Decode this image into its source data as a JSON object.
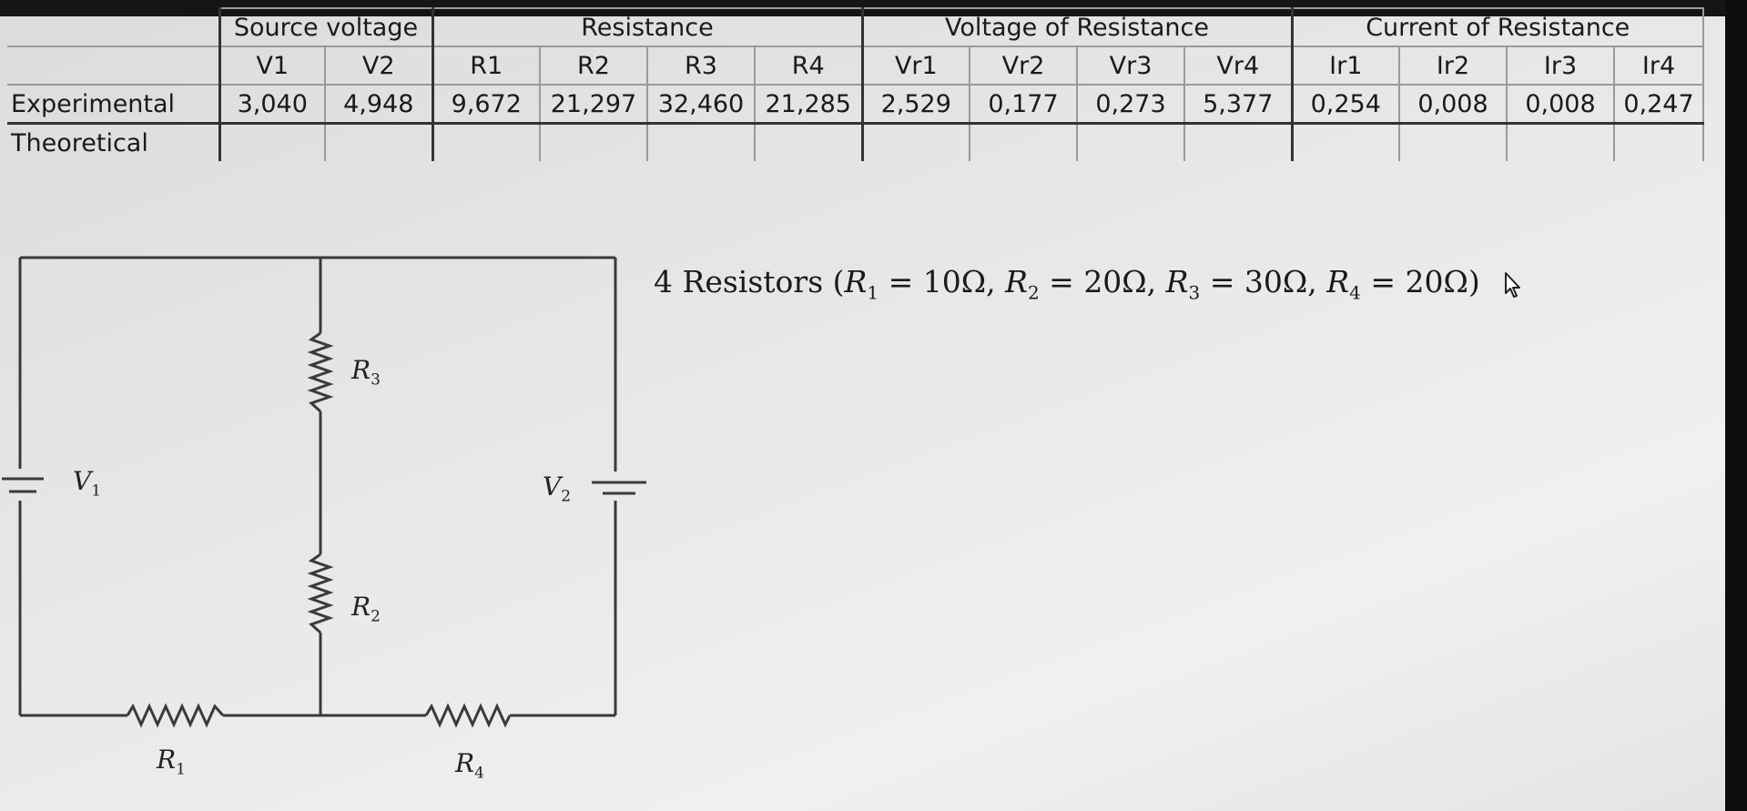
{
  "table": {
    "group_headers": [
      "Source voltage",
      "Resistance",
      "Voltage of Resistance",
      "Current of Resistance"
    ],
    "columns": [
      "V1",
      "V2",
      "R1",
      "R2",
      "R3",
      "R4",
      "Vr1",
      "Vr2",
      "Vr3",
      "Vr4",
      "Ir1",
      "Ir2",
      "Ir3",
      "Ir4"
    ],
    "rows": [
      {
        "label": "Experimental",
        "values": [
          "3,040",
          "4,948",
          "9,672",
          "21,297",
          "32,460",
          "21,285",
          "2,529",
          "0,177",
          "0,273",
          "5,377",
          "0,254",
          "0,008",
          "0,008",
          "0,247"
        ]
      },
      {
        "label": "Theoretical",
        "values": [
          "",
          "",
          "",
          "",
          "",
          "",
          "",
          "",
          "",
          "",
          "",
          "",
          "",
          ""
        ]
      }
    ]
  },
  "formula": {
    "text": "4 Resistors (",
    "items": [
      {
        "sym": "R",
        "sub": "1",
        "val": "10Ω"
      },
      {
        "sym": "R",
        "sub": "2",
        "val": "20Ω"
      },
      {
        "sym": "R",
        "sub": "3",
        "val": "30Ω"
      },
      {
        "sym": "R",
        "sub": "4",
        "val": "20Ω"
      }
    ]
  },
  "circuit": {
    "labels": {
      "v1": {
        "sym": "V",
        "sub": "1"
      },
      "v2": {
        "sym": "V",
        "sub": "2"
      },
      "r1": {
        "sym": "R",
        "sub": "1"
      },
      "r2": {
        "sym": "R",
        "sub": "2"
      },
      "r3": {
        "sym": "R",
        "sub": "3"
      },
      "r4": {
        "sym": "R",
        "sub": "4"
      }
    }
  },
  "icons": {
    "cursor": "mouse-pointer-icon"
  }
}
